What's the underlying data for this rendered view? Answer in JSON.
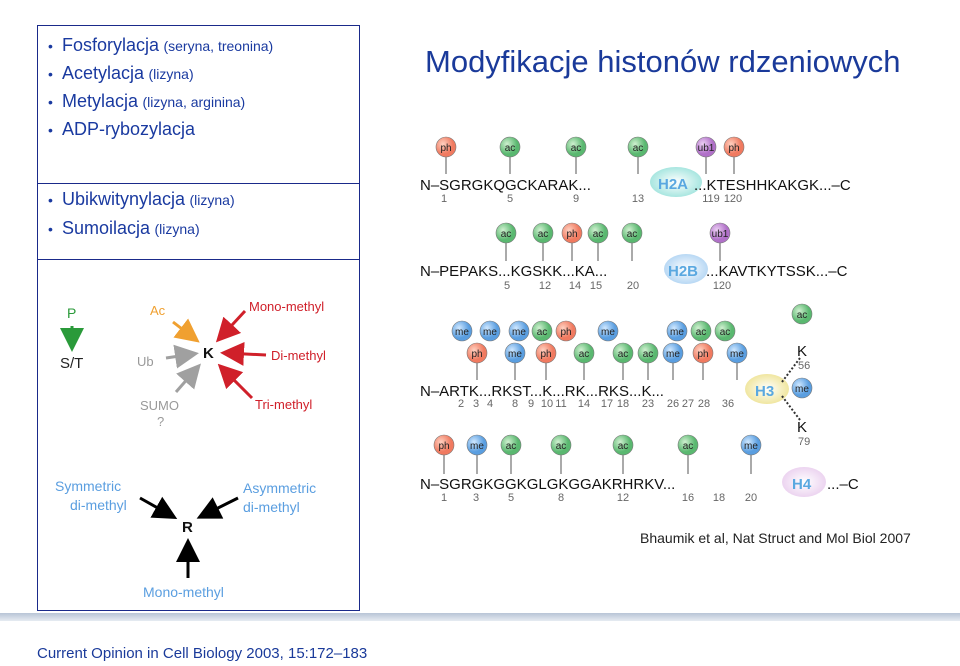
{
  "left_list": {
    "group1": [
      {
        "main": "Fosforylacja",
        "sub": "(seryna, treonina)"
      },
      {
        "main": "Acetylacja",
        "sub": "(lizyna)"
      },
      {
        "main": "Metylacja",
        "sub": "(lizyna, arginina)"
      },
      {
        "main": "ADP-rybozylacja",
        "sub": ""
      }
    ],
    "group2": [
      {
        "main": "Ubikwitynylacja",
        "sub": "(lizyna)"
      },
      {
        "main": "Sumoilacja",
        "sub": "(lizyna)"
      }
    ]
  },
  "title": "Modyfikacje histonów rdzeniowych",
  "citation": "Bhaumik et al, Nat Struct and Mol Biol 2007",
  "footer": "Current Opinion in Cell Biology 2003, 15:172–183",
  "colors": {
    "ph": "#f07a60",
    "ac": "#5ab870",
    "me": "#5a9ee0",
    "ub": "#b070c8",
    "arrow_red": "#d0202a",
    "arrow_orange": "#f0a030",
    "arrow_green": "#2a9a3a",
    "arrow_gray": "#a0a0a0",
    "histone_label": "#5aa8e0"
  },
  "modification_keys": {
    "ph": {
      "label": "P",
      "residue": "S/T"
    },
    "k_center": "K",
    "k_labels": {
      "ac": "Ac",
      "ub": "Ub",
      "sumo": "SUMO",
      "sumo_q": "?",
      "mono": "Mono-methyl",
      "di": "Di-methyl",
      "tri": "Tri-methyl"
    },
    "r_center": "R",
    "r_labels": {
      "sym1": "Symmetric",
      "sym2": "di-methyl",
      "asym1": "Asymmetric",
      "asym2": "di-methyl",
      "mono": "Mono-methyl"
    }
  },
  "histones": {
    "h2a": {
      "sequence": "N–SGRGKQGCKARAK...",
      "label": "H2A",
      "tail": "...KTESHHKAKGK...–C",
      "numbers": [
        "1",
        "5",
        "9",
        "13",
        "119",
        "120"
      ],
      "marks": [
        "ph",
        "ac",
        "ac",
        "ac",
        "ub1",
        "ph"
      ]
    },
    "h2b": {
      "sequence": "N–PEPAKS...KGSKK...KA...",
      "label": "H2B",
      "tail": "...KAVTKYTSSK...–C",
      "numbers": [
        "5",
        "12",
        "14",
        "15",
        "20",
        "120"
      ],
      "marks": [
        "ac",
        "ac",
        "ph",
        "ac",
        "ac",
        "ub1"
      ]
    },
    "h3": {
      "sequence": "N–ARTK...RKST...K...RK...RKS...K...",
      "label": "H3",
      "numbers": [
        "2",
        "3",
        "4",
        "8",
        "9",
        "10",
        "11",
        "14",
        "17",
        "18",
        "23",
        "26",
        "27",
        "28",
        "36"
      ],
      "top_marks": [
        "me",
        "me",
        "me",
        "ac",
        "ph",
        "me",
        "me",
        "ac",
        "ac"
      ],
      "bottom_marks": [
        "ph",
        "me",
        "ph",
        "ac",
        "ac",
        "ac",
        "me",
        "ph",
        "me"
      ],
      "branch": {
        "k56": "K",
        "n56": "56",
        "k79": "K",
        "n79": "79",
        "m56": "ac",
        "m79": "me"
      }
    },
    "h4": {
      "sequence": "N–SGRGKGGKGLGKGGAKRHRKV...",
      "label": "H4",
      "tail": "...–C",
      "numbers": [
        "1",
        "3",
        "5",
        "8",
        "12",
        "16",
        "18",
        "20"
      ],
      "marks": [
        "ph",
        "me",
        "ac",
        "ac",
        "ac",
        "ac",
        "me"
      ]
    }
  }
}
